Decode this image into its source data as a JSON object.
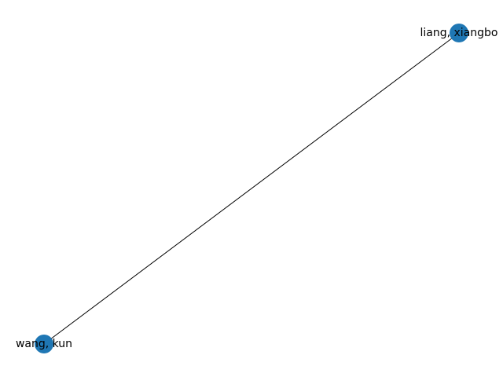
{
  "graph": {
    "node_color": "#1f77b4",
    "edge_color": "#000000",
    "nodes": [
      {
        "id": "liang",
        "label": "liang, xiangbo"
      },
      {
        "id": "wang",
        "label": "wang, kun"
      }
    ],
    "edges": [
      {
        "source": "wang",
        "target": "liang"
      }
    ]
  }
}
